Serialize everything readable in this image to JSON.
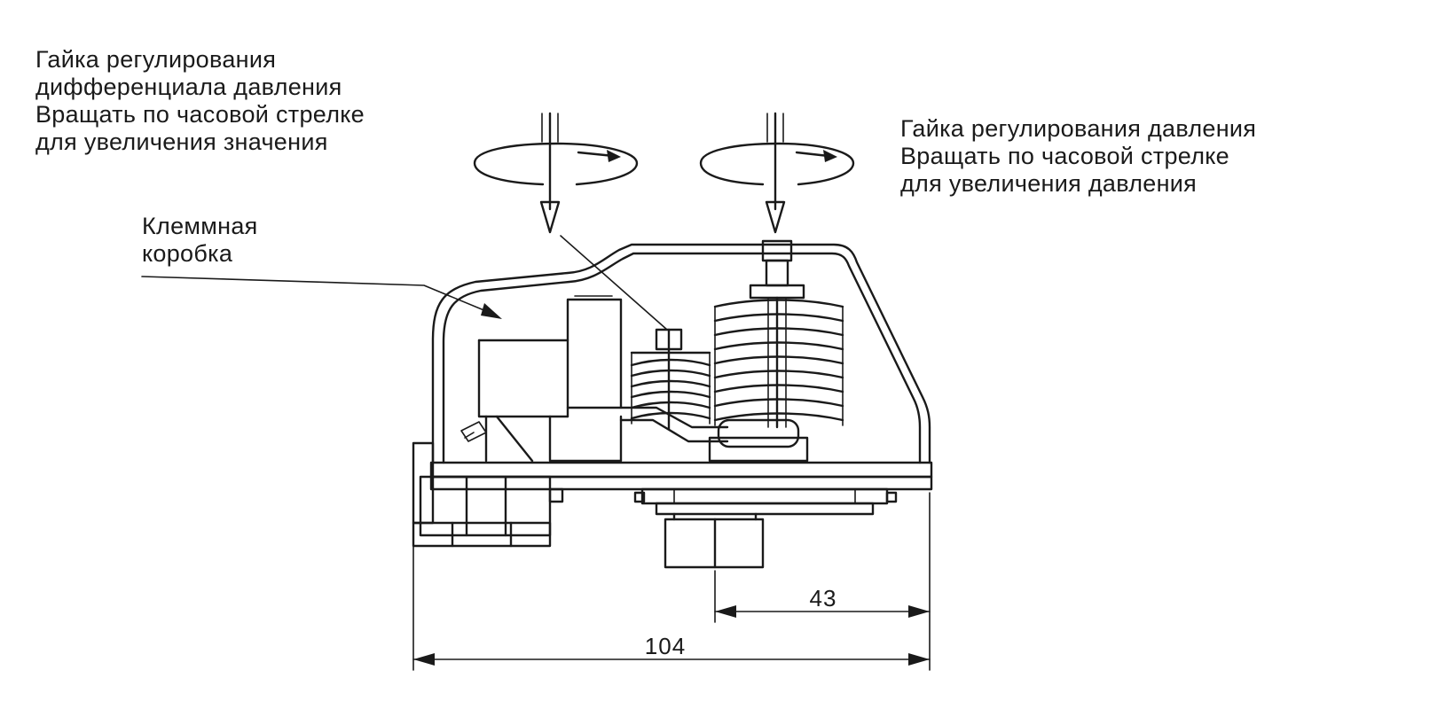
{
  "callouts": {
    "differential_nut": {
      "lines": [
        "Гайка регулирования",
        "дифференциала давления",
        "Вращать по часовой стрелке",
        "для увеличения значения"
      ]
    },
    "pressure_nut": {
      "lines": [
        "Гайка регулирования давления",
        "Вращать по часовой стрелке",
        "для увеличения давления"
      ]
    },
    "terminal_box": {
      "lines": [
        "Клеммная",
        "коробка"
      ]
    }
  },
  "dimensions": {
    "overall_width": "104",
    "offset_width": "43"
  }
}
